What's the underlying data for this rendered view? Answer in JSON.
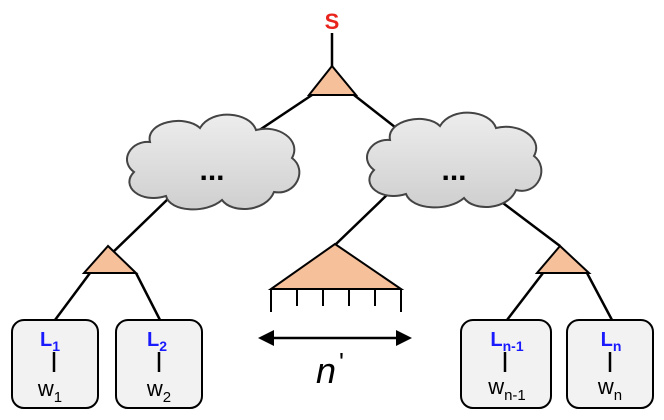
{
  "root_label": "S",
  "cloud_left_text": "...",
  "cloud_right_text": "...",
  "span_label": "n",
  "span_prime": "'",
  "leaves": [
    {
      "label": "L",
      "label_sub": "1",
      "word": "w",
      "word_sub": "1"
    },
    {
      "label": "L",
      "label_sub": "2",
      "word": "w",
      "word_sub": "2"
    },
    {
      "label": "L",
      "label_sub": "n-1",
      "word": "w",
      "word_sub": "n-1"
    },
    {
      "label": "L",
      "label_sub": "n",
      "word": "w",
      "word_sub": "n"
    }
  ],
  "colors": {
    "root": "#e8241c",
    "leaf_label": "#1a1aff",
    "triangle_fill": "#f6c09b",
    "cloud_fill": "#d9d9d9",
    "box_fill": "#f2f2f2",
    "stroke": "#000000"
  }
}
